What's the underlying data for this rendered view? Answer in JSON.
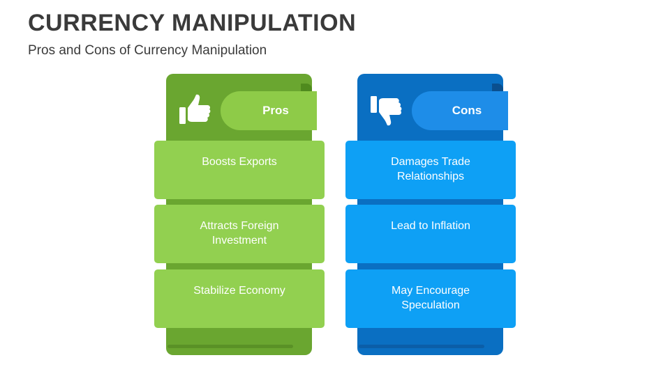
{
  "title": "CURRENCY MANIPULATION",
  "subtitle": "Pros and Cons of Currency Manipulation",
  "colors": {
    "pros_dark": "#6aa630",
    "pros_light": "#92d050",
    "cons_dark": "#0a6fc2",
    "cons_light": "#0ea0f5"
  },
  "pros": {
    "icon": "thumbs-up-icon",
    "label": "Pros",
    "items": [
      "Boosts Exports",
      "Attracts Foreign Investment",
      "Stabilize Economy"
    ]
  },
  "cons": {
    "icon": "thumbs-down-icon",
    "label": "Cons",
    "items": [
      "Damages Trade Relationships",
      "Lead to Inflation",
      "May Encourage Speculation"
    ]
  }
}
